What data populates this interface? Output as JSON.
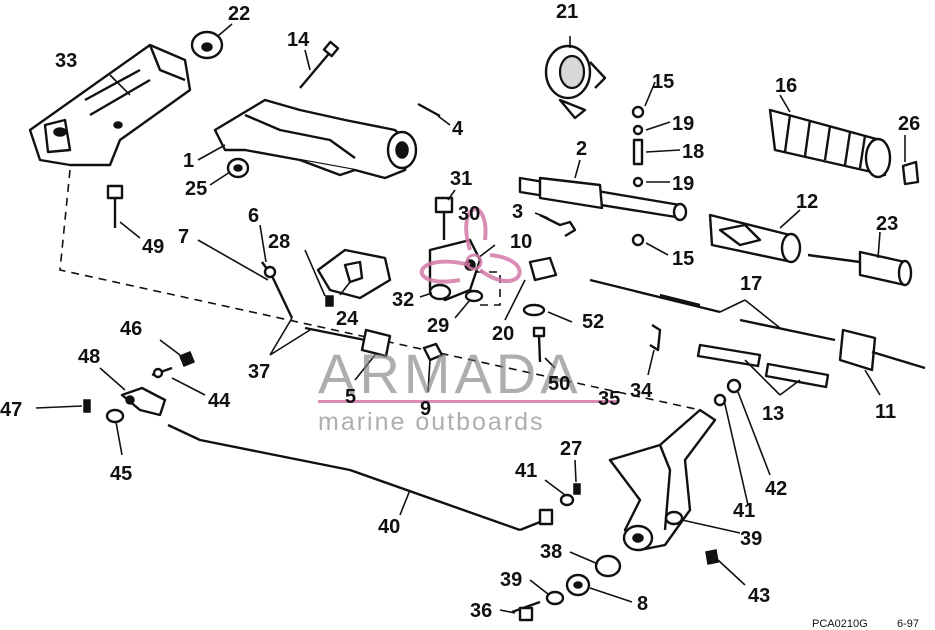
{
  "watermark": {
    "brand": "ARMADA",
    "tagline": "marine outboards",
    "color": "#d47aa8"
  },
  "footer": {
    "code": "PCA0210G",
    "date": "6-97"
  },
  "callouts": {
    "c1": "1",
    "c2": "2",
    "c3": "3",
    "c4": "4",
    "c5": "5",
    "c6": "6",
    "c7": "7",
    "c8": "8",
    "c9": "9",
    "c10": "10",
    "c11": "11",
    "c12": "12",
    "c13": "13",
    "c14": "14",
    "c15a": "15",
    "c15b": "15",
    "c16": "16",
    "c17": "17",
    "c18": "18",
    "c19a": "19",
    "c19b": "19",
    "c20": "20",
    "c21": "21",
    "c22": "22",
    "c23": "23",
    "c24": "24",
    "c25": "25",
    "c26": "26",
    "c27": "27",
    "c28": "28",
    "c29": "29",
    "c30": "30",
    "c31": "31",
    "c32": "32",
    "c33": "33",
    "c34": "34",
    "c35": "35",
    "c36": "36",
    "c37": "37",
    "c38": "38",
    "c39a": "39",
    "c39b": "39",
    "c40": "40",
    "c41a": "41",
    "c41b": "41",
    "c42": "42",
    "c43": "43",
    "c44": "44",
    "c45": "45",
    "c46": "46",
    "c47": "47",
    "c48": "48",
    "c49": "49",
    "c50": "50",
    "c52": "52"
  }
}
